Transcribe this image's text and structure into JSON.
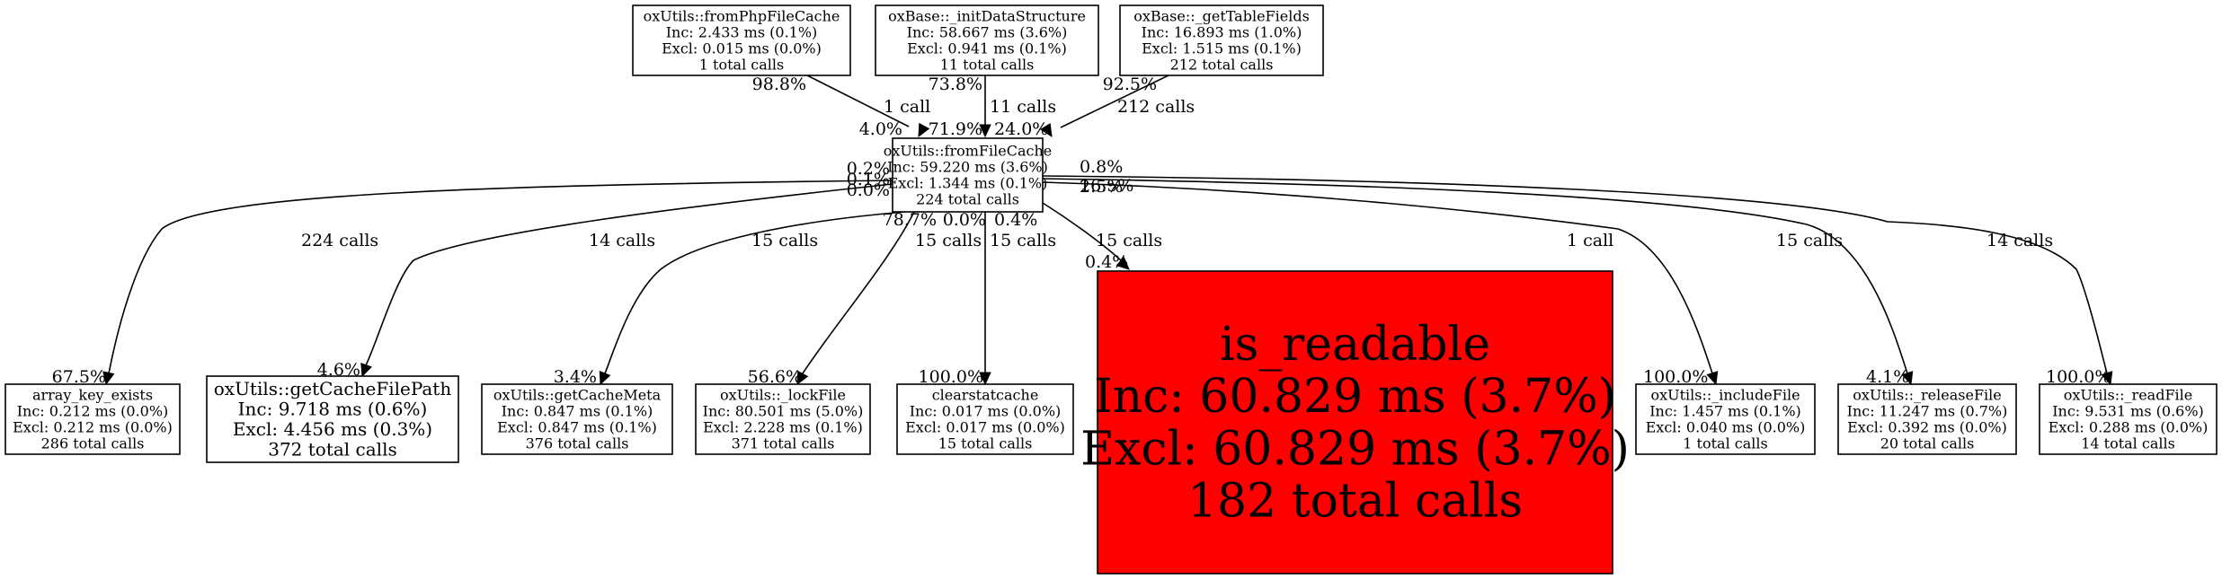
{
  "nodes": [
    {
      "id": "fromPhpFileCache",
      "fill": "#ffffff",
      "lines": [
        "oxUtils::fromPhpFileCache",
        "Inc: 2.433 ms (0.1%)",
        "Excl: 0.015 ms (0.0%)",
        "1 total calls"
      ]
    },
    {
      "id": "initDataStructure",
      "fill": "#ffffff",
      "lines": [
        "oxBase::_initDataStructure",
        "Inc: 58.667 ms (3.6%)",
        "Excl: 0.941 ms (0.1%)",
        "11 total calls"
      ]
    },
    {
      "id": "getTableFields",
      "fill": "#ffffff",
      "lines": [
        "oxBase::_getTableFields",
        "Inc: 16.893 ms (1.0%)",
        "Excl: 1.515 ms (0.1%)",
        "212 total calls"
      ]
    },
    {
      "id": "fromFileCache",
      "fill": "#ffffff",
      "lines": [
        "oxUtils::fromFileCache",
        "Inc: 59.220 ms (3.6%)",
        "Excl: 1.344 ms (0.1%)",
        "224 total calls"
      ]
    },
    {
      "id": "array_key_exists",
      "fill": "#ffffff",
      "lines": [
        "array_key_exists",
        "Inc: 0.212 ms (0.0%)",
        "Excl: 0.212 ms (0.0%)",
        "286 total calls"
      ]
    },
    {
      "id": "getCacheFilePath",
      "fill": "#ffffff",
      "lines": [
        "oxUtils::getCacheFilePath",
        "Inc: 9.718 ms (0.6%)",
        "Excl: 4.456 ms (0.3%)",
        "372 total calls"
      ]
    },
    {
      "id": "getCacheMeta",
      "fill": "#ffffff",
      "lines": [
        "oxUtils::getCacheMeta",
        "Inc: 0.847 ms (0.1%)",
        "Excl: 0.847 ms (0.1%)",
        "376 total calls"
      ]
    },
    {
      "id": "lockFile",
      "fill": "#ffffff",
      "lines": [
        "oxUtils::_lockFile",
        "Inc: 80.501 ms (5.0%)",
        "Excl: 2.228 ms (0.1%)",
        "371 total calls"
      ]
    },
    {
      "id": "clearstatcache",
      "fill": "#ffffff",
      "lines": [
        "clearstatcache",
        "Inc: 0.017 ms (0.0%)",
        "Excl: 0.017 ms (0.0%)",
        "15 total calls"
      ]
    },
    {
      "id": "is_readable",
      "fill": "#ff0000",
      "lines": [
        "is_readable",
        "Inc: 60.829 ms (3.7%)",
        "Excl: 60.829 ms (3.7%)",
        "182 total calls"
      ]
    },
    {
      "id": "includeFile",
      "fill": "#ffffff",
      "lines": [
        "oxUtils::_includeFile",
        "Inc: 1.457 ms (0.1%)",
        "Excl: 0.040 ms (0.0%)",
        "1 total calls"
      ]
    },
    {
      "id": "releaseFile",
      "fill": "#ffffff",
      "lines": [
        "oxUtils::_releaseFile",
        "Inc: 11.247 ms (0.7%)",
        "Excl: 0.392 ms (0.0%)",
        "20 total calls"
      ]
    },
    {
      "id": "readFile",
      "fill": "#ffffff",
      "lines": [
        "oxUtils::_readFile",
        "Inc: 9.531 ms (0.6%)",
        "Excl: 0.288 ms (0.0%)",
        "14 total calls"
      ]
    }
  ],
  "edges": [
    {
      "from": "fromPhpFileCache",
      "to": "fromFileCache",
      "label": "1 call",
      "tail": "98.8%",
      "head": "4.0%"
    },
    {
      "from": "initDataStructure",
      "to": "fromFileCache",
      "label": "11 calls",
      "tail": "73.8%",
      "head": "71.9%"
    },
    {
      "from": "getTableFields",
      "to": "fromFileCache",
      "label": "212 calls",
      "tail": "92.5%",
      "head": "24.0%"
    },
    {
      "from": "fromFileCache",
      "to": "array_key_exists",
      "label": "224 calls",
      "tail": "0.2%",
      "head": "67.5%"
    },
    {
      "from": "fromFileCache",
      "to": "getCacheFilePath",
      "label": "14 calls",
      "tail": "0.1%",
      "head": "4.6%"
    },
    {
      "from": "fromFileCache",
      "to": "getCacheMeta",
      "label": "15 calls",
      "tail": "0.0%",
      "head": "3.4%"
    },
    {
      "from": "fromFileCache",
      "to": "lockFile",
      "label": "15 calls",
      "tail": "78.7%",
      "head": "56.6%"
    },
    {
      "from": "fromFileCache",
      "to": "clearstatcache",
      "label": "15 calls",
      "tail": "0.0%",
      "head": "100.0%"
    },
    {
      "from": "fromFileCache",
      "to": "is_readable",
      "label": "15 calls",
      "tail": "0.4%",
      "head": "0.4%"
    },
    {
      "from": "fromFileCache",
      "to": "includeFile",
      "label": "1 call",
      "tail": "2.5%",
      "head": "100.0%"
    },
    {
      "from": "fromFileCache",
      "to": "releaseFile",
      "label": "15 calls",
      "tail": "16.5%",
      "head": "4.1%"
    },
    {
      "from": "fromFileCache",
      "to": "readFile",
      "label": "14 calls",
      "tail": "0.8%",
      "head": "100.0%"
    }
  ]
}
